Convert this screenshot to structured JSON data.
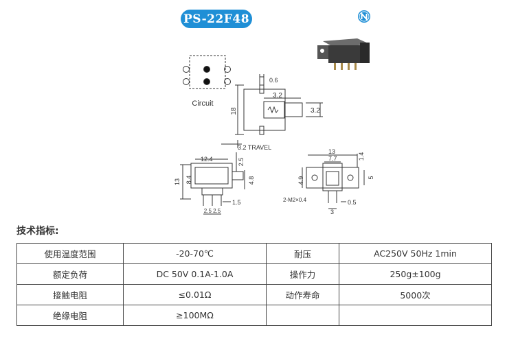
{
  "header": {
    "model": "PS-22F48",
    "brand_icon": "n-circle-logo-icon",
    "brand_color": "#1f8fd6"
  },
  "drawing": {
    "circuit_label": "Circuit",
    "dims": {
      "d06": "0.6",
      "d32a": "3.2",
      "d32b": "3.2",
      "d18": "18",
      "travel": "3.2 TRAVEL",
      "d124": "12.4",
      "d25": "2.5",
      "d84": "8.4",
      "d13a": "13",
      "d48": "4.8",
      "d15": "1.5",
      "d2525": "2.5  2.5",
      "d13b": "13",
      "d77": "7.7",
      "d14": "1.4",
      "d49": "4.9",
      "d5": "5",
      "hole": "2-M2×0.4",
      "d05": "0.5",
      "d3": "3"
    }
  },
  "specs": {
    "title": "技术指标:",
    "rows": [
      {
        "k1": "使用温度范围",
        "v1": "-20-70℃",
        "k2": "耐压",
        "v2": "AC250V 50Hz 1min"
      },
      {
        "k1": "额定负荷",
        "v1": "DC 50V 0.1A-1.0A",
        "k2": "操作力",
        "v2": "250g±100g"
      },
      {
        "k1": "接触电阻",
        "v1": "≤0.01Ω",
        "k2": "动作寿命",
        "v2": "5000次"
      },
      {
        "k1": "绝缘电阻",
        "v1": "≥100MΩ",
        "k2": "",
        "v2": ""
      }
    ]
  }
}
